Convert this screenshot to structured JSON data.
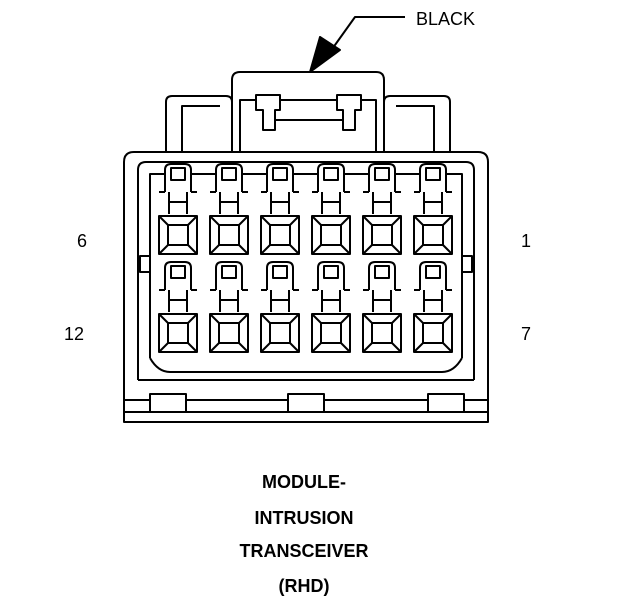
{
  "connector": {
    "wire_color_label": "BLACK",
    "pin_labels": {
      "top_left": "6",
      "top_right": "1",
      "bottom_left": "12",
      "bottom_right": "7"
    }
  },
  "caption": {
    "line1": "MODULE-",
    "line2": "INTRUSION",
    "line3": "TRANSCEIVER",
    "line4": "(RHD)"
  }
}
